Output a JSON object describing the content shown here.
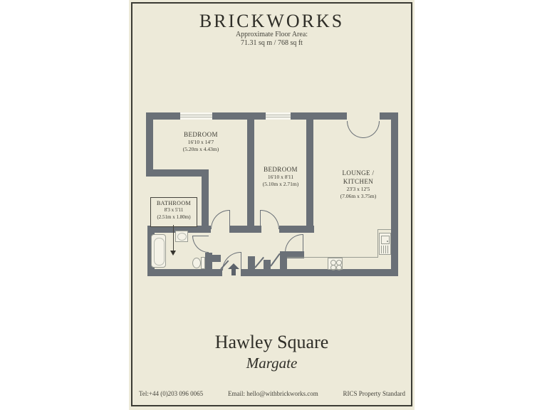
{
  "header": {
    "brand": "BRICKWORKS",
    "floor_area_label": "Approximate Floor Area:",
    "floor_area_value": "71.31 sq m / 768 sq ft"
  },
  "rooms": {
    "bedroom1": {
      "name": "BEDROOM",
      "imperial": "16'10 x 14'7",
      "metric": "(5.20m x 4.43m)"
    },
    "bedroom2": {
      "name": "BEDROOM",
      "imperial": "16'10 x 8'11",
      "metric": "(5.10m x 2.71m)"
    },
    "lounge": {
      "name_line1": "LOUNGE /",
      "name_line2": "KITCHEN",
      "imperial": "23'3 x 12'5",
      "metric": "(7.06m x 3.75m)"
    },
    "bathroom": {
      "name": "BATHROOM",
      "imperial": "8'3 x 5'11",
      "metric": "(2.51m x 1.80m)"
    }
  },
  "title": {
    "name": "Hawley Square",
    "location": "Margate"
  },
  "footer": {
    "tel": "Tel:+44 (0)203 096 0065",
    "email": "Email: hello@withbrickworks.com",
    "standard": "RICS Property Standard"
  },
  "colors": {
    "page_bg": "#EDEAD9",
    "wall": "#6A7077",
    "frame": "#3B3B34",
    "text": "#35342d"
  }
}
